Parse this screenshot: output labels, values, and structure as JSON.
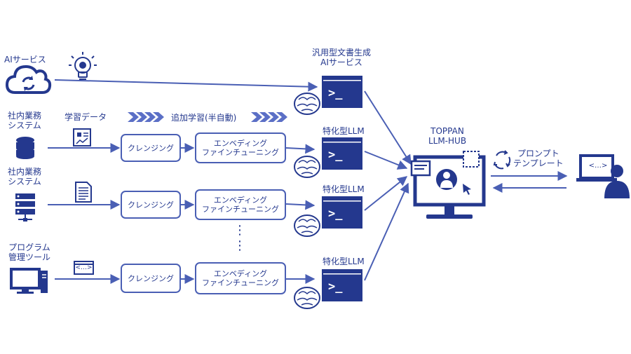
{
  "labels": {
    "ai_service": "AIサービス",
    "general_llm_line1": "汎用型文書生成",
    "general_llm_line2": "AIサービス",
    "internal_system_1_line1": "社内業務",
    "internal_system_1_line2": "システム",
    "training_data": "学習データ",
    "additional_training": "追加学習(半自動)",
    "internal_system_2_line1": "社内業務",
    "internal_system_2_line2": "システム",
    "program_tool_line1": "プログラム",
    "program_tool_line2": "管理ツール",
    "specialized_llm_1": "特化型LLM",
    "specialized_llm_2": "特化型LLM",
    "specialized_llm_3": "特化型LLM",
    "hub_line1": "TOPPAN",
    "hub_line2": "LLM-HUB",
    "prompt_template_line1": "プロンプト",
    "prompt_template_line2": "テンプレート",
    "code_badge": "<…>",
    "vertical_dots": "⋮"
  },
  "pipelines": [
    {
      "cleansing": "クレンジング",
      "embed_line1": "エンベディング",
      "embed_line2": "ファインチューニング"
    },
    {
      "cleansing": "クレンジング",
      "embed_line1": "エンベディング",
      "embed_line2": "ファインチューニング"
    },
    {
      "cleansing": "クレンジング",
      "embed_line1": "エンベディング",
      "embed_line2": "ファインチューニング"
    }
  ],
  "icons": [
    "cloud-sync-icon",
    "lightbulb-icon",
    "database-icon",
    "chart-document-icon",
    "server-icon",
    "document-icon",
    "desktop-computer-icon",
    "code-window-icon",
    "brain-icon",
    "terminal-icon",
    "hub-monitor-icon",
    "refresh-cycle-icon",
    "user-laptop-icon"
  ],
  "colors": {
    "primary": "#24388e",
    "line": "#4a5fb4",
    "light": "#7b8fd6"
  }
}
